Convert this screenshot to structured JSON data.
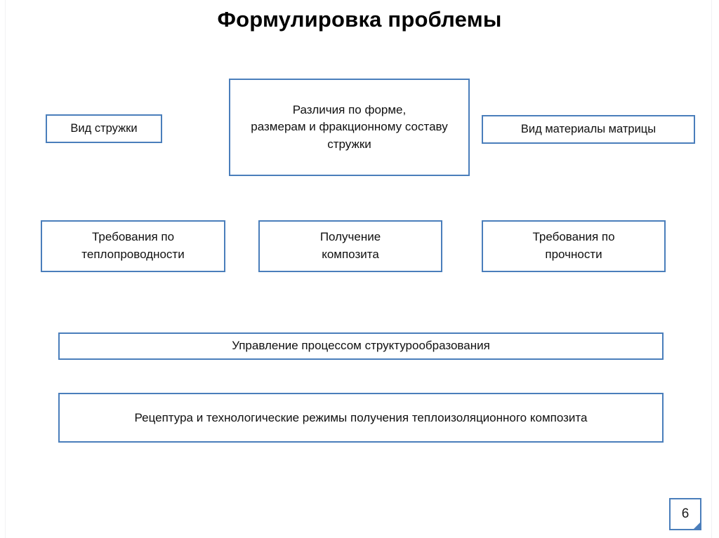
{
  "slide": {
    "title": "Формулировка проблемы",
    "page_number": "6",
    "accent_color": "#4a7ebb",
    "text_color": "#101010",
    "background_color": "#ffffff"
  },
  "diagram": {
    "type": "block-diagram",
    "nodes": [
      {
        "id": "chip-type",
        "label": "Вид стружки",
        "row": "top",
        "column": "left"
      },
      {
        "id": "chip-differences",
        "label": "Различия по форме,\nразмерам  и фракционному составу\nстружки",
        "row": "top",
        "column": "center"
      },
      {
        "id": "matrix-material-type",
        "label": "Вид материалы матрицы",
        "row": "top",
        "column": "right"
      },
      {
        "id": "thermal-conductivity-requirements",
        "label": "Требования по\nтеплопроводности",
        "row": "middle",
        "column": "left"
      },
      {
        "id": "composite-production",
        "label": "Получение\nкомпозита",
        "row": "middle",
        "column": "center"
      },
      {
        "id": "strength-requirements",
        "label": "Требования по\nпрочности",
        "row": "middle",
        "column": "right"
      },
      {
        "id": "structure-formation-control",
        "label": "Управление процессом структурообразования",
        "row": "bottom",
        "column": "full"
      },
      {
        "id": "formulation-and-regimes",
        "label": "Рецептура и технологические режимы получения теплоизоляционного композита",
        "row": "bottom",
        "column": "full"
      }
    ]
  }
}
